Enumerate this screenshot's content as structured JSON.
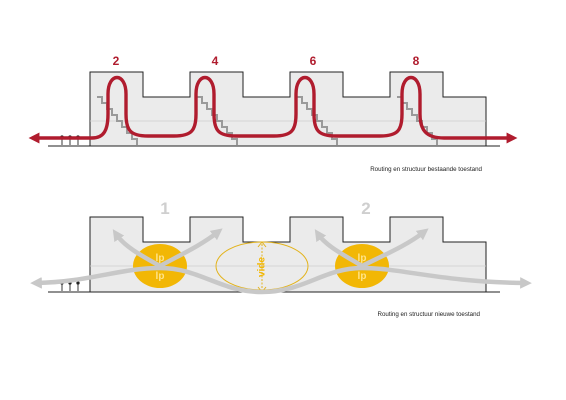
{
  "top_diagram": {
    "floor_numbers": [
      "2",
      "4",
      "6",
      "8"
    ],
    "caption": "Routing en structuur bestaande toestand",
    "colors": {
      "route": "#b01c2e",
      "building_fill": "#ebebeb",
      "outline": "#222222",
      "stairs": "#9a9a9a"
    }
  },
  "bottom_diagram": {
    "zone_numbers": [
      "1",
      "2"
    ],
    "lp_labels": [
      "lp",
      "lp",
      "lp",
      "lp"
    ],
    "vide_label": "vide",
    "caption": "Routing en structuur nieuwe toestand",
    "colors": {
      "flow": "#c8c8c8",
      "lp_fill": "#f2b705",
      "vide_stroke": "#e3b31b",
      "zone_number": "#cfcfcf"
    }
  }
}
